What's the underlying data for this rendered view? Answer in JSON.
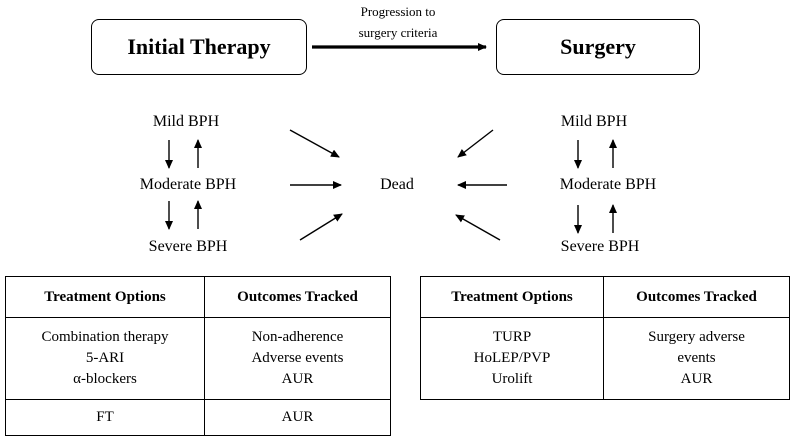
{
  "stages": {
    "initial": "Initial Therapy",
    "surgery": "Surgery",
    "progression_line1": "Progression to",
    "progression_line2": "surgery criteria"
  },
  "left_states": {
    "mild": "Mild BPH",
    "moderate": "Moderate BPH",
    "severe": "Severe BPH"
  },
  "right_states": {
    "mild": "Mild BPH",
    "moderate": "Moderate BPH",
    "severe": "Severe BPH"
  },
  "dead": "Dead",
  "left_table": {
    "headers": [
      "Treatment Options",
      "Outcomes Tracked"
    ],
    "rows": [
      {
        "treatments": [
          "Combination therapy",
          "5-ARI",
          "α-blockers"
        ],
        "outcomes": [
          "Non-adherence",
          "Adverse events",
          "AUR"
        ]
      },
      {
        "treatments": [
          "FT"
        ],
        "outcomes": [
          "AUR"
        ]
      }
    ]
  },
  "right_table": {
    "headers": [
      "Treatment Options",
      "Outcomes Tracked"
    ],
    "rows": [
      {
        "treatments": [
          "TURP",
          "HoLEP/PVP",
          "Urolift"
        ],
        "outcomes": [
          "Surgery adverse",
          "events",
          "AUR"
        ]
      }
    ]
  }
}
